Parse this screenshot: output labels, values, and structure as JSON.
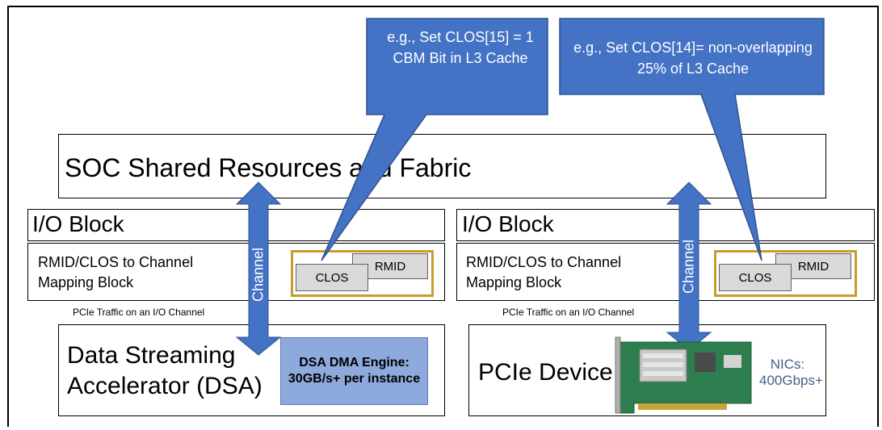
{
  "soc": {
    "title": "SOC Shared Resources and Fabric"
  },
  "left": {
    "io_block": "I/O Block",
    "mapping": "RMID/CLOS to Channel Mapping Block",
    "clos": "CLOS",
    "rmid": "RMID",
    "traffic": "PCIe Traffic on an I/O Channel",
    "channel": "Channel",
    "device": "Data Streaming Accelerator (DSA)",
    "engine": "DSA DMA Engine: 30GB/s+ per instance",
    "callout": "e.g., Set CLOS[15] = 1 CBM Bit in L3 Cache"
  },
  "right": {
    "io_block": "I/O Block",
    "mapping": "RMID/CLOS to Channel Mapping Block",
    "clos": "CLOS",
    "rmid": "RMID",
    "traffic": "PCIe Traffic on an I/O Channel",
    "channel": "Channel",
    "device": "PCIe Device",
    "nics": "NICs: 400Gbps+",
    "callout": "e.g., Set CLOS[14]= non-overlapping 25% of L3 Cache"
  },
  "colors": {
    "callout": "#4472c4",
    "engine": "#8ea9db",
    "mapping_border": "#c59d2b"
  },
  "icons": {
    "nic_card": "pcie-nic-card-image"
  }
}
